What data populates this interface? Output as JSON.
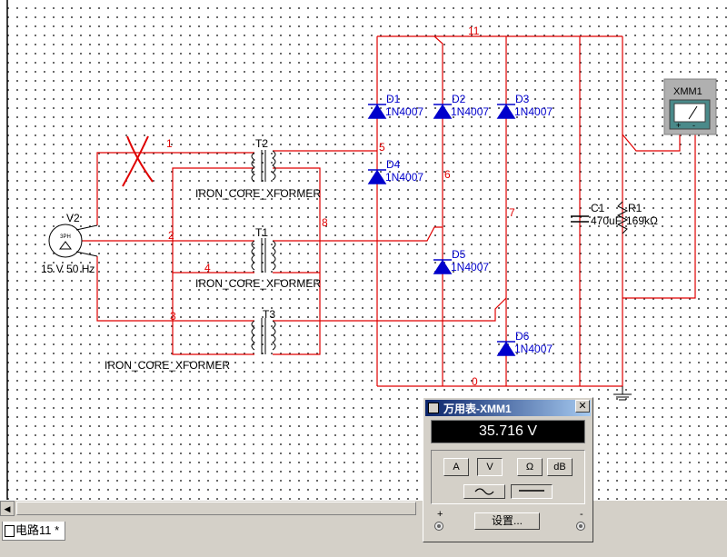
{
  "schematic": {
    "nets": {
      "n1": "1",
      "n2": "2",
      "n3": "3",
      "n4": "4",
      "n5": "5",
      "n6": "6",
      "n7": "7",
      "n8": "8",
      "n11": "11",
      "n0": "0"
    },
    "source": {
      "name": "V2",
      "value": "15 V 50 Hz",
      "symbol_text": "3PH"
    },
    "transformers": [
      {
        "name": "T2",
        "model": "IRON_CORE_XFORMER"
      },
      {
        "name": "T1",
        "model": "IRON_CORE_XFORMER"
      },
      {
        "name": "T3",
        "model": "IRON_CORE_XFORMER"
      }
    ],
    "diodes": [
      {
        "name": "D1",
        "model": "1N4007"
      },
      {
        "name": "D2",
        "model": "1N4007"
      },
      {
        "name": "D3",
        "model": "1N4007"
      },
      {
        "name": "D4",
        "model": "1N4007"
      },
      {
        "name": "D5",
        "model": "1N4007"
      },
      {
        "name": "D6",
        "model": "1N4007"
      }
    ],
    "capacitor": {
      "name": "C1",
      "value": "470uF"
    },
    "resistor": {
      "name": "R1",
      "value": "169kΩ"
    },
    "multimeter_part": {
      "name": "XMM1",
      "plus": "+",
      "minus": "-"
    },
    "colors": {
      "wire": "#e00000",
      "diode": "#0000cc",
      "label_blue": "#0000cc",
      "net_label": "#e00000",
      "component": "#000000"
    }
  },
  "multimeter_window": {
    "title": "万用表-XMM1",
    "close": "✕",
    "reading": "35.716 V",
    "mode_buttons": [
      "A",
      "V",
      "Ω",
      "dB"
    ],
    "selected_mode": "V",
    "ac_icon": "ac-wave-icon",
    "dc_icon": "dc-line-icon",
    "selected_wave": "dc",
    "settings_button": "设置...",
    "terminal_plus": "+",
    "terminal_minus": "-"
  },
  "tab_bar": {
    "tab_label": "电路11 *",
    "tab_icon": "document-icon"
  },
  "scrollbar": {
    "left_arrow": "◀"
  }
}
